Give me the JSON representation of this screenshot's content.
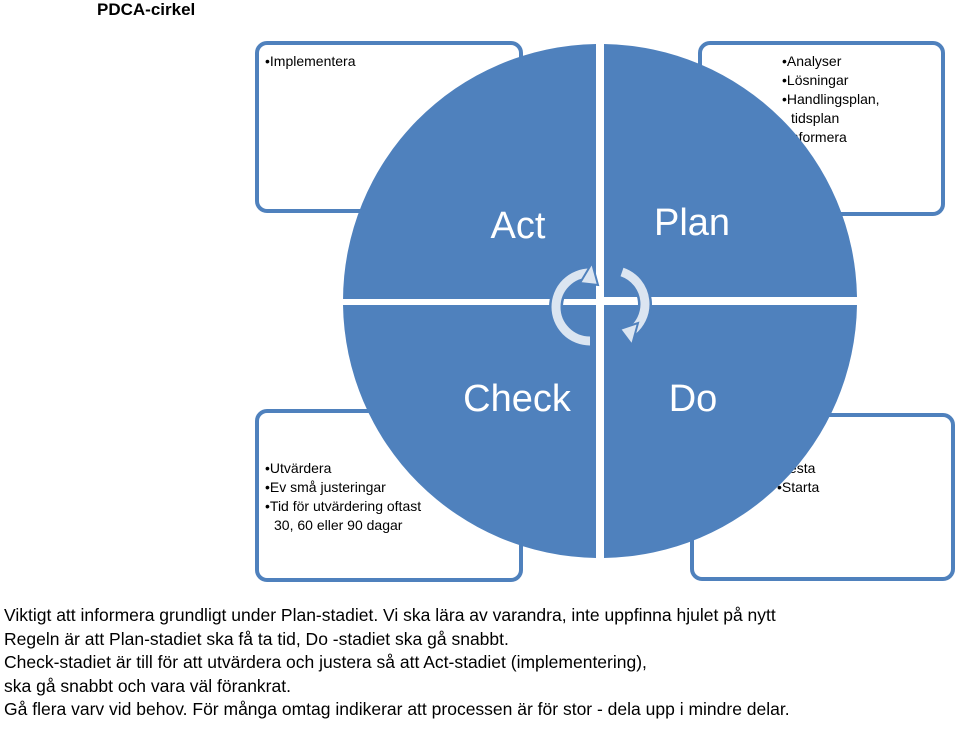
{
  "title": "PDCA-cirkel",
  "quadrants": {
    "act": "Act",
    "plan": "Plan",
    "check": "Check",
    "do": "Do"
  },
  "boxes": {
    "act_items": [
      "Implementera"
    ],
    "plan_items": [
      "Analyser",
      "Lösningar",
      "Handlingsplan, tidsplan",
      "Informera"
    ],
    "check_items": [
      "Utvärdera",
      "Ev små justeringar",
      "Tid för utvärdering oftast 30, 60 eller 90 dagar"
    ],
    "do_items": [
      "Testa",
      "Starta"
    ]
  },
  "notes": [
    "Viktigt att informera grundligt under Plan-stadiet. Vi ska lära av varandra, inte uppfinna hjulet på nytt",
    "Regeln är att Plan-stadiet ska få ta tid, Do -stadiet ska gå snabbt.",
    "Check-stadiet är till för att utvärdera och justera så att Act-stadiet (implementering),",
    "ska gå snabbt och vara väl förankrat.",
    "Gå flera varv vid behov. För många omtag indikerar att processen är för stor - dela upp i mindre delar."
  ],
  "colors": {
    "quadrant_fill": "#4f81bd",
    "border": "#4f81bd",
    "quadrant_text": "#ffffff",
    "arrow_fill": "#dbe5f1"
  }
}
